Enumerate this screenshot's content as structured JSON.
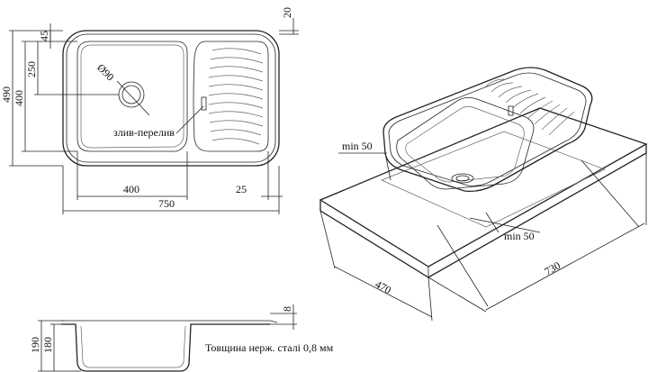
{
  "top_view": {
    "dims": {
      "overall_height": "490",
      "bowl_height": "400",
      "drain_offset": "250",
      "top_margin": "45",
      "top_flange": "20",
      "bowl_width": "400",
      "right_margin": "25",
      "overall_width": "750",
      "drain_diameter": "Ø90"
    },
    "overflow_label": "злив-перелив"
  },
  "iso_view": {
    "min_left": "min 50",
    "min_right": "min 50",
    "depth": "470",
    "width": "730"
  },
  "section_view": {
    "depth_total": "190",
    "depth_bowl": "180",
    "flange": "8",
    "thickness_note": "Товщина нерж. сталі 0,8 мм"
  }
}
